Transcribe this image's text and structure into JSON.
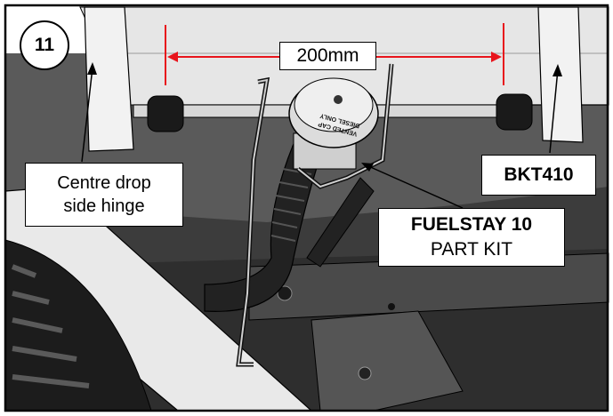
{
  "step_number": "11",
  "dimension": {
    "label": "200mm"
  },
  "callouts": {
    "hinge": {
      "line1": "Centre drop",
      "line2": "side hinge"
    },
    "bracket": {
      "label": "BKT410"
    },
    "fuelstay": {
      "title": "FUELSTAY 10",
      "subtitle": "PART KIT"
    }
  },
  "cap_text": {
    "line1": "DIESEL ONLY",
    "line2": "VENTED CAP"
  },
  "colors": {
    "dimension_line": "#e8141c",
    "outline": "#000000",
    "background": "#ffffff"
  }
}
